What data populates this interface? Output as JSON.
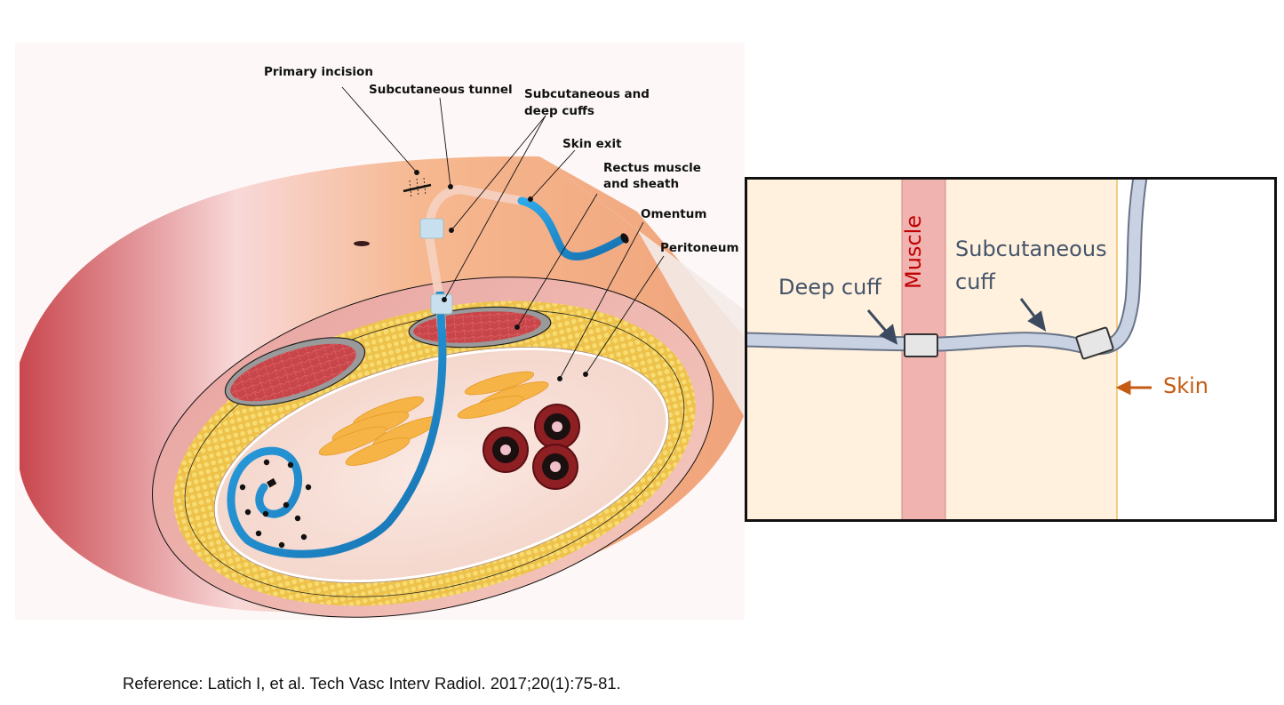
{
  "left_illustration": {
    "title": "Peritoneal dialysis catheter placement cross-section",
    "labels": {
      "primary_incision": "Primary incision",
      "subcutaneous_tunnel": "Subcutaneous tunnel",
      "cuffs_line1": "Subcutaneous and",
      "cuffs_line2": "deep cuffs",
      "skin_exit": "Skin exit",
      "rectus_line1": "Rectus muscle",
      "rectus_line2": "and sheath",
      "omentum": "Omentum",
      "peritoneum": "Peritoneum"
    },
    "colors": {
      "skin": "#f2b08a",
      "skin_edge": "#c9474e",
      "fat": "#f1cc4a",
      "muscle": "#c8454a",
      "catheter": "#1f8fd0",
      "omentum": "#f5b445",
      "cavity": "#f8e2dc"
    }
  },
  "right_diagram": {
    "labels": {
      "muscle": "Muscle",
      "deep_cuff": "Deep cuff",
      "subcutaneous_line1": "Subcutaneous",
      "subcutaneous_line2": "cuff",
      "skin": "Skin"
    },
    "colors": {
      "tissue": "#fff1de",
      "muscle_band": "#f0b3b0",
      "catheter": "#c9d2e3",
      "cuff": "#e6e6e6",
      "label_text": "#44546a",
      "muscle_text": "#c00000",
      "skin_text": "#c55a11"
    }
  },
  "reference": "Reference: Latich I, et al. Tech Vasc Interv Radiol. 2017;20(1):75-81."
}
